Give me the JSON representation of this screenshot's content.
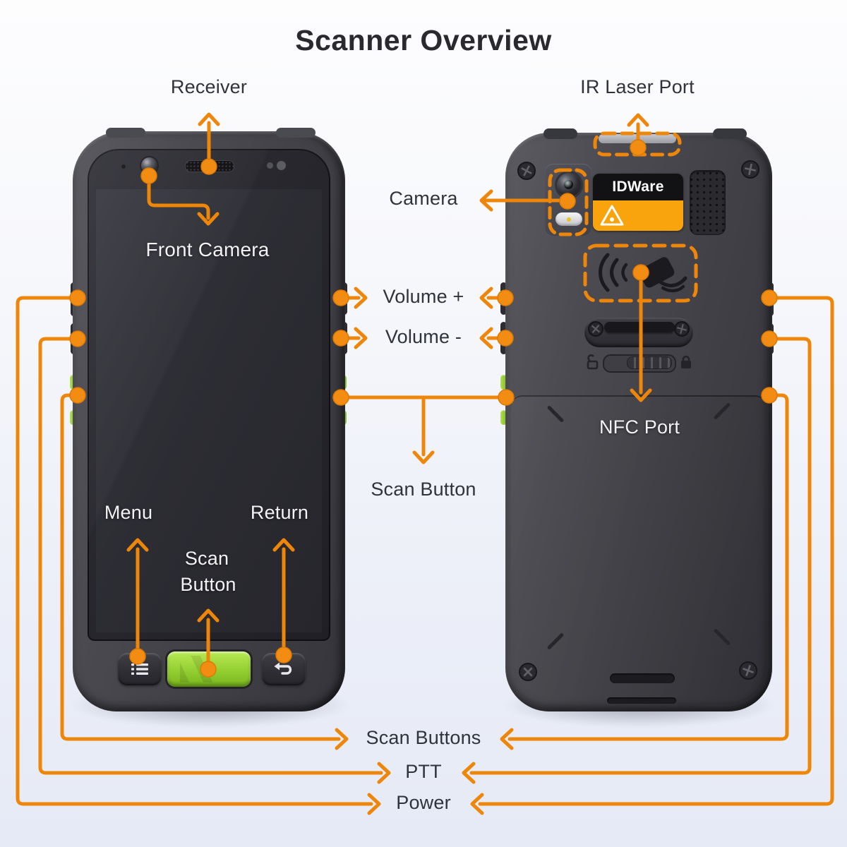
{
  "title": "Scanner Overview",
  "colors": {
    "accent_orange": "#EE860A",
    "brand_label_orange": "#F9A30D",
    "scan_key_green": "#93CF31",
    "device_body": "#3F3F45"
  },
  "annotations": {
    "receiver": "Receiver",
    "front_camera": "Front Camera",
    "ir_laser_port": "IR Laser Port",
    "camera": "Camera",
    "volume_plus": "Volume +",
    "volume_minus": "Volume -",
    "scan_button_side": "Scan Button",
    "nfc_port": "NFC Port",
    "menu": "Menu",
    "return": "Return",
    "scan_button_front_line1": "Scan",
    "scan_button_front_line2": "Button",
    "scan_buttons": "Scan Buttons",
    "ptt": "PTT",
    "power": "Power"
  },
  "back_device": {
    "brand": "IDWare"
  }
}
